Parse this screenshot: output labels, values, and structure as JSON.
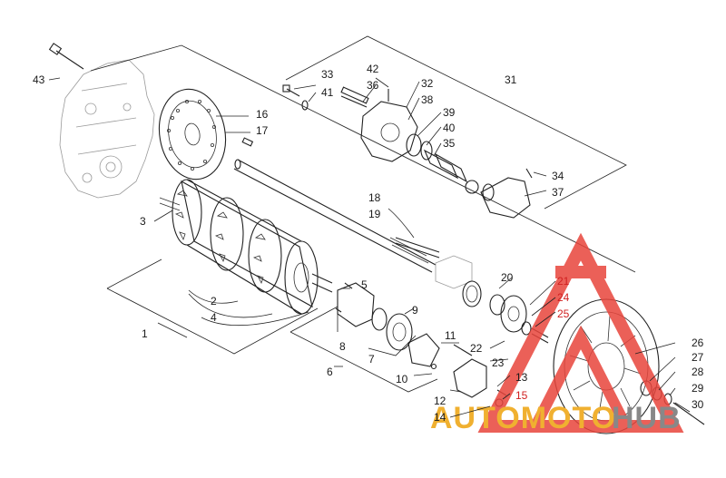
{
  "labels": {
    "l1": "1",
    "l2": "2",
    "l3": "3",
    "l4": "4",
    "l5": "5",
    "l6": "6",
    "l7": "7",
    "l8": "8",
    "l9": "9",
    "l10": "10",
    "l11": "11",
    "l12": "12",
    "l13": "13",
    "l14": "14",
    "l15": "15",
    "l16": "16",
    "l17": "17",
    "l18": "18",
    "l19": "19",
    "l20": "20",
    "l21": "21",
    "l22": "22",
    "l23": "23",
    "l24": "24",
    "l25": "25",
    "l26": "26",
    "l27": "27",
    "l28": "28",
    "l29": "29",
    "l30": "30",
    "l31": "31",
    "l32": "32",
    "l33": "33",
    "l34": "34",
    "l35": "35",
    "l36": "36",
    "l37": "37",
    "l38": "38",
    "l39": "39",
    "l40": "40",
    "l41": "41",
    "l42": "42",
    "l43": "43"
  },
  "watermark": {
    "part1": "AUTOMOTO",
    "part2": "HUB"
  },
  "colors": {
    "watermark_red": "#e8453c",
    "watermark_orange": "#f0b030",
    "watermark_gray": "#888888"
  }
}
